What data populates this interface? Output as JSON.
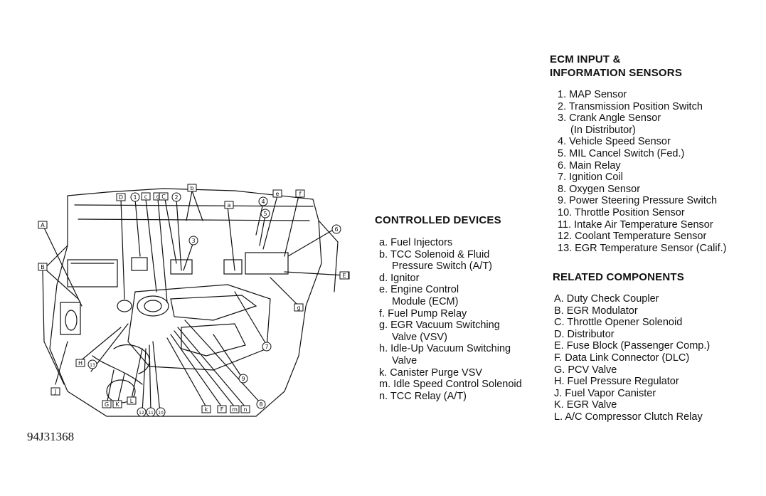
{
  "ecm": {
    "heading_line1": "ECM INPUT &",
    "heading_line2": "INFORMATION SENSORS",
    "items": [
      {
        "text": "1. MAP Sensor"
      },
      {
        "text": "2. Transmission Position Switch"
      },
      {
        "text": "3. Crank Angle Sensor"
      },
      {
        "text": "(In Distributor)",
        "cont": true
      },
      {
        "text": "4. Vehicle Speed Sensor"
      },
      {
        "text": "5. MIL Cancel Switch (Fed.)"
      },
      {
        "text": "6. Main Relay"
      },
      {
        "text": "7. Ignition Coil"
      },
      {
        "text": "8. Oxygen Sensor"
      },
      {
        "text": "9. Power Steering Pressure Switch"
      },
      {
        "text": "10. Throttle Position Sensor"
      },
      {
        "text": "11. Intake Air Temperature Sensor"
      },
      {
        "text": "12. Coolant Temperature Sensor"
      },
      {
        "text": "13. EGR Temperature Sensor (Calif.)"
      }
    ]
  },
  "controlled": {
    "heading": "CONTROLLED DEVICES",
    "items": [
      {
        "text": "a. Fuel Injectors"
      },
      {
        "text": "b. TCC Solenoid & Fluid"
      },
      {
        "text": "Pressure Switch (A/T)",
        "cont": true
      },
      {
        "text": "d. Ignitor"
      },
      {
        "text": "e. Engine Control"
      },
      {
        "text": "Module (ECM)",
        "cont": true
      },
      {
        "text": "f. Fuel Pump Relay"
      },
      {
        "text": "g. EGR Vacuum Switching"
      },
      {
        "text": "Valve (VSV)",
        "cont": true
      },
      {
        "text": "h. Idle-Up Vacuum Switching"
      },
      {
        "text": "Valve",
        "cont": true
      },
      {
        "text": "k. Canister Purge VSV"
      },
      {
        "text": "m. Idle Speed Control Solenoid"
      },
      {
        "text": "n. TCC Relay (A/T)"
      }
    ]
  },
  "related": {
    "heading": "RELATED COMPONENTS",
    "items": [
      {
        "text": "A. Duty Check Coupler"
      },
      {
        "text": "B. EGR Modulator"
      },
      {
        "text": "C. Throttle Opener Solenoid"
      },
      {
        "text": "D. Distributor"
      },
      {
        "text": "E. Fuse Block (Passenger Comp.)"
      },
      {
        "text": "F. Data Link Connector (DLC)"
      },
      {
        "text": "G. PCV Valve"
      },
      {
        "text": "H. Fuel Pressure Regulator"
      },
      {
        "text": "J. Fuel Vapor Canister"
      },
      {
        "text": "K. EGR Valve"
      },
      {
        "text": "L. A/C Compressor Clutch Relay"
      }
    ]
  },
  "diagram": {
    "callouts": [
      "a",
      "b",
      "c",
      "d",
      "e",
      "f",
      "g",
      "h",
      "k",
      "m",
      "n",
      "1",
      "2",
      "3",
      "4",
      "5",
      "6",
      "7",
      "8",
      "9",
      "10",
      "11",
      "12",
      "13",
      "A",
      "B",
      "C",
      "D",
      "E",
      "F",
      "G",
      "H",
      "J",
      "K",
      "L"
    ]
  },
  "art_code": "94J31368"
}
